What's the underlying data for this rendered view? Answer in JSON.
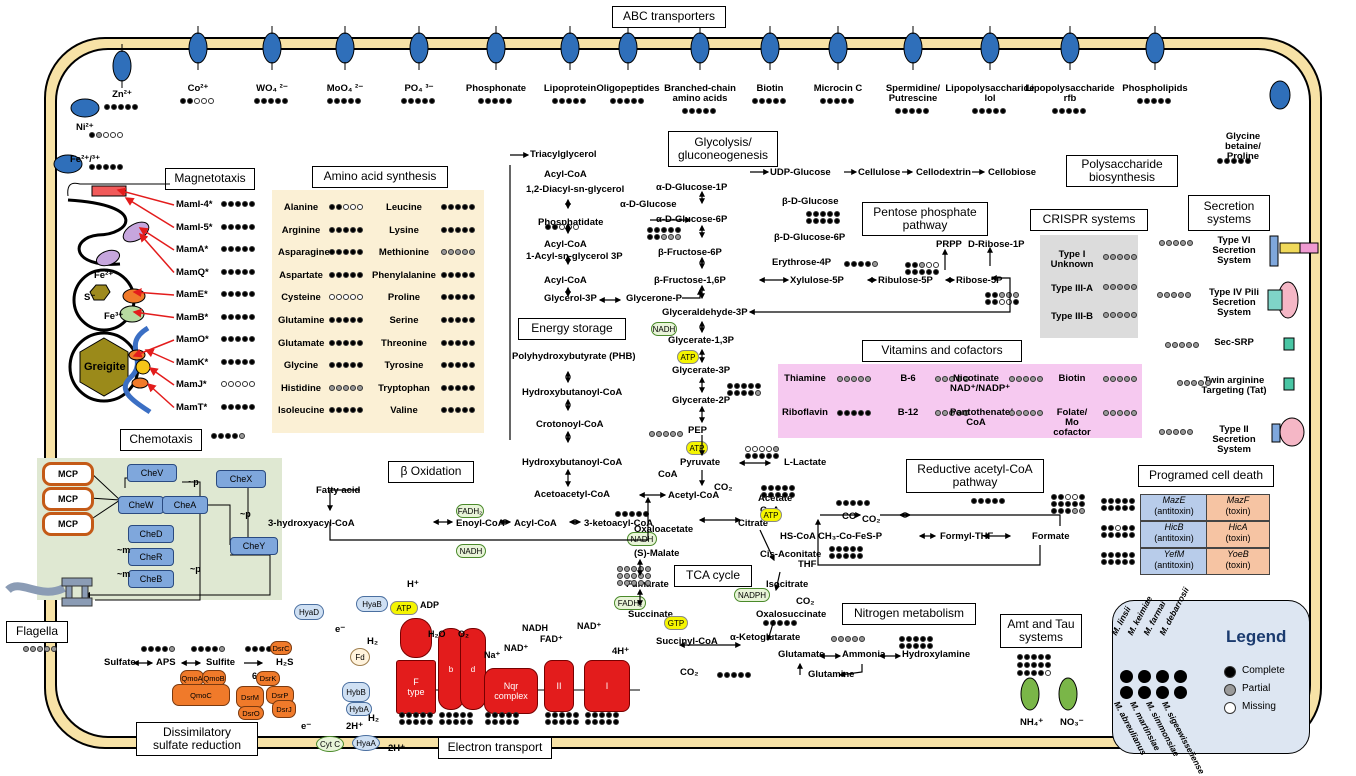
{
  "sections": {
    "abc": "ABC transporters",
    "glycolysis": "Glycolysis/\ngluconeogenesis",
    "polysac": "Polysaccharide\nbiosynthesis",
    "magnetotaxis": "Magnetotaxis",
    "aa_synthesis": "Amino acid synthesis",
    "pentose": "Pentose phosphate\npathway",
    "crispr": "CRISPR systems",
    "secretion": "Secretion\nsystems",
    "energy": "Energy storage",
    "vitamins": "Vitamins and cofactors",
    "chemotaxis": "Chemotaxis",
    "beta_ox": "β Oxidation",
    "reductive": "Reductive acetyl-CoA\npathway",
    "pcd": "Programed cell death",
    "tca": "TCA cycle",
    "nitrogen": "Nitrogen metabolism",
    "amt": "Amt and Tau\nsystems",
    "flagella": "Flagella",
    "dsr": "Dissimilatory\nsulfate reduction",
    "etrans": "Electron transport"
  },
  "transporters": [
    {
      "label": "Zn²⁺",
      "dots": "ccccc"
    },
    {
      "label": "Co²⁺",
      "dots": "ccmmm"
    },
    {
      "label": "WO₄ ²⁻",
      "dots": "ccccc"
    },
    {
      "label": "MoO₄ ²⁻",
      "dots": "ccccc"
    },
    {
      "label": "PO₄ ³⁻",
      "dots": "ccccc"
    },
    {
      "label": "Phosphonate",
      "dots": "ccccc"
    },
    {
      "label": "Lipoprotein",
      "dots": "ccccc"
    },
    {
      "label": "Oligopeptides",
      "dots": "ccccc"
    },
    {
      "label": "Branched-chain\namino acids",
      "dots": "ccccc"
    },
    {
      "label": "Biotin",
      "dots": "ccccc"
    },
    {
      "label": "Microcin C",
      "dots": "ccccc"
    },
    {
      "label": "Spermidine/\nPutrescine",
      "dots": "ccccc"
    },
    {
      "label": "Lipopolysaccharide\nlol",
      "dots": "ccccc"
    },
    {
      "label": "Lipopolysaccharide\nrfb",
      "dots": "ccccc"
    },
    {
      "label": "Phospholipids",
      "dots": "ccccc"
    }
  ],
  "side_ions": [
    {
      "label": "Ni²⁺",
      "dots": "cpmmm"
    },
    {
      "label": "Fe²⁺/³⁺",
      "dots": "ccccc"
    }
  ],
  "glycine_betaine": {
    "label": "Glycine betaine/\nProline",
    "dots": "ccccc"
  },
  "magnetotaxis_genes": [
    {
      "label": "MamI-4*",
      "dots": "ccccc"
    },
    {
      "label": "MamI-5*",
      "dots": "ccccc"
    },
    {
      "label": "MamA*",
      "dots": "ccccc"
    },
    {
      "label": "MamQ*",
      "dots": "ccccc"
    },
    {
      "label": "MamE*",
      "dots": "ccccc"
    },
    {
      "label": "MamB*",
      "dots": "ccccc"
    },
    {
      "label": "MamO*",
      "dots": "ccccc"
    },
    {
      "label": "MamK*",
      "dots": "ccccc"
    },
    {
      "label": "MamJ*",
      "dots": "mmmmm"
    },
    {
      "label": "MamT*",
      "dots": "ccccc"
    }
  ],
  "magnetosome": {
    "fe2": "Fe²⁺",
    "s": "S⁻",
    "fe3": "Fe³⁺",
    "greigite": "Greigite"
  },
  "amino_acids_left": [
    {
      "label": "Alanine",
      "dots": "ccmmm"
    },
    {
      "label": "Arginine",
      "dots": "ccccc"
    },
    {
      "label": "Asparagine",
      "dots": "ccccc"
    },
    {
      "label": "Aspartate",
      "dots": "ccccc"
    },
    {
      "label": "Cysteine",
      "dots": "mmmmm"
    },
    {
      "label": "Glutamine",
      "dots": "ccccc"
    },
    {
      "label": "Glutamate",
      "dots": "ccccc"
    },
    {
      "label": "Glycine",
      "dots": "ccccc"
    },
    {
      "label": "Histidine",
      "dots": "ppppp"
    },
    {
      "label": "Isoleucine",
      "dots": "ccccc"
    }
  ],
  "amino_acids_right": [
    {
      "label": "Leucine",
      "dots": "ccccc"
    },
    {
      "label": "Lysine",
      "dots": "ccccc"
    },
    {
      "label": "Methionine",
      "dots": "ppppp"
    },
    {
      "label": "Phenylalanine",
      "dots": "ccccc"
    },
    {
      "label": "Proline",
      "dots": "ccccc"
    },
    {
      "label": "Serine",
      "dots": "ccccc"
    },
    {
      "label": "Threonine",
      "dots": "ccccc"
    },
    {
      "label": "Tyrosine",
      "dots": "ccccc"
    },
    {
      "label": "Tryptophan",
      "dots": "ccccc"
    },
    {
      "label": "Valine",
      "dots": "ccccc"
    }
  ],
  "crispr_types": [
    {
      "label": "Type I\nUnknown",
      "dots": "ppppp"
    },
    {
      "label": "Type III-A",
      "dots": "ppppp"
    },
    {
      "label": "Type III-B",
      "dots": "ppppp"
    }
  ],
  "secretion_types": [
    {
      "label": "Type VI\nSecretion System",
      "dots": "ppppp"
    },
    {
      "label": "Type IV Pili\nSecretion System",
      "dots": "ppppp"
    },
    {
      "label": "Sec-SRP",
      "dots": "ppppp"
    },
    {
      "label": "Twin arginine\nTargeting (Tat)",
      "dots": "ppppp"
    },
    {
      "label": "Type II\nSecretion System",
      "dots": "ppppp"
    }
  ],
  "vitamins": [
    {
      "label": "Thiamine",
      "dots": "ppppp"
    },
    {
      "label": "B-6",
      "dots": "ppppp"
    },
    {
      "label": "Nicotinate\nNAD⁺/NADP⁺",
      "dots": "ppppp"
    },
    {
      "label": "Biotin",
      "dots": "ppppp"
    },
    {
      "label": "Riboflavin",
      "dots": "ccccc"
    },
    {
      "label": "B-12",
      "dots": "ppppp"
    },
    {
      "label": "Pantothenate/\nCoA",
      "dots": "ppppp"
    },
    {
      "label": "Folate/\nMo cofactor",
      "dots": "ppppp"
    }
  ],
  "pcd": [
    {
      "a": "MazE",
      "a2": "(antitoxin)",
      "b": "MazF",
      "b2": "(toxin)",
      "dots": "ccccc"
    },
    {
      "a": "HicB",
      "a2": "(antitoxin)",
      "b": "HicA",
      "b2": "(toxin)",
      "dots": "ccmcc"
    },
    {
      "a": "YefM",
      "a2": "(antitoxin)",
      "b": "YoeB",
      "b2": "(toxin)",
      "dots": "ccccc"
    }
  ],
  "chemotaxis": {
    "mcp": "MCP",
    "chev": "CheV",
    "chew": "CheW",
    "chea": "CheA",
    "chex": "CheX",
    "ched": "CheD",
    "cher": "CheR",
    "cheb": "CheB",
    "chey": "CheY",
    "p": "~p",
    "m": "~m"
  },
  "metabolites": {
    "triacylglycerol": "Triacylglycerol",
    "acylcoa": "Acyl-CoA",
    "diacyl": "1,2-Diacyl-sn-glycerol",
    "phosphatidate": "Phosphatidate",
    "acyl_g3p": "1-Acyl-sn-glycerol 3P",
    "glycerol3p": "Glycerol-3P",
    "glyceroneP": "Glycerone-P",
    "aDglucose": "α-D-Glucose",
    "aDglucose1p": "α-D-Glucose-1P",
    "aDglucose6p": "α-D-Glucose-6P",
    "bDglucose": "β-D-Glucose",
    "bDglucose6p": "β-D-Glucose-6P",
    "bfructose6p": "β-Fructose-6P",
    "bfructose16p": "β-Fructose-1,6P",
    "erythrose": "Erythrose-4P",
    "xylulose": "Xylulose-5P",
    "ribulose": "Ribulose-5P",
    "ribose5p": "Ribose-5P",
    "prpp": "PRPP",
    "dribose": "D-Ribose-1P",
    "g3p": "Glyceraldehyde-3P",
    "g13p": "Glycerate-1,3P",
    "g3": "Glycerate-3P",
    "g2": "Glycerate-2P",
    "pep": "PEP",
    "pyruvate": "Pyruvate",
    "lactate": "L-Lactate",
    "udp": "UDP-Glucose",
    "cellulose": "Cellulose",
    "cellodextrin": "Cellodextrin",
    "cellobiose": "Cellobiose",
    "phb": "Polyhydroxybutyrate (PHB)",
    "hbcoa": "Hydroxybutanoyl-CoA",
    "crot": "Crotonoyl-CoA",
    "aacoa": "Acetoacetyl-CoA",
    "fatty": "Fatty acid",
    "hacyl": "3-hydroxyacyl-CoA",
    "enoyl": "Enoyl-CoA",
    "acyl2": "Acyl-CoA",
    "ketoacyl": "3-ketoacyl-CoA",
    "acetylcoa": "Acetyl-CoA",
    "acetate": "Acetate",
    "coa": "CoA",
    "co2": "CO₂",
    "co": "CO",
    "hscoa": "HS-CoA",
    "ch3": "CH₃-Co-FeS-P",
    "formylthf": "Formyl-THF",
    "thf": "THF",
    "formate": "Formate",
    "citrate": "Citrate",
    "oxaloacetate": "Oxaloacetate",
    "malate": "(S)-Malate",
    "fumarate": "Fumarate",
    "succinate": "Succinate",
    "succoa": "Succinyl-CoA",
    "cisacon": "Cis-Aconitate",
    "isocitrate": "Isocitrate",
    "oxalosucc": "Oxalosuccinate",
    "akg": "α-Ketoglutarate",
    "glutamate": "Glutamate",
    "ammonia": "Ammonia",
    "hydroxylamine": "Hydroxylamine",
    "glutamine": "Glutamine",
    "sulfate": "Sulfate",
    "aps": "APS",
    "sulfite": "Sulfite",
    "h2s": "H₂S",
    "nh4": "NH₄⁺",
    "no3": "NO₃⁻"
  },
  "cofactors": {
    "atp": "ATP",
    "nadh": "NADH",
    "fadh2": "FADH₂",
    "nadph": "NADPH",
    "gtp": "GTP",
    "adp": "ADP"
  },
  "etc": {
    "hyad": "HyaD",
    "hyab": "HyaB",
    "fd": "Fd",
    "h2": "H₂",
    "hplus": "H⁺",
    "ftype": "F\ntype",
    "b": "b",
    "d": "d",
    "h2o": "H₂O",
    "o2": "O₂",
    "nqr": "Nqr\ncomplex",
    "na": "Na⁺",
    "nadplus": "NAD⁺",
    "fadplus": "FAD⁺",
    "ii": "II",
    "i": "I",
    "fourh": "4H⁺",
    "hybb": "HybB",
    "hyba": "HybA",
    "cytc": "Cyt C",
    "twoh": "2H⁺",
    "hyaa": "HyaA",
    "eminus": "e⁻",
    "qmoa": "QmoA",
    "qmob": "QmoB",
    "qmoc": "QmoC",
    "dsrk": "DsrK",
    "dsrm": "DsrM",
    "dsrp": "DsrP",
    "dsro": "DsrO",
    "dsrj": "DsrJ",
    "dsrc": "DsrC",
    "twoe": "2 e⁻",
    "sixe": "6 e⁻"
  },
  "legend": {
    "title": "Legend",
    "complete": "Complete",
    "partial": "Partial",
    "missing": "Missing",
    "species": [
      "M. linsii",
      "M. keimiae",
      "M. farmai",
      "M. debarrosii",
      "M. abreulianus",
      "M. martinsiae",
      "M. simmonsiae",
      "M. sigeewisseiiense"
    ]
  },
  "colors": {
    "membrane": "#f7e2a6",
    "transporter": "#2f6fba",
    "aa_panel": "#fbf0d5",
    "vit_panel": "#f6c9f0",
    "crispr_panel": "#dcdcdc",
    "chem_panel": "#dfe8d2",
    "cheprotein": "#7fa7dc",
    "red": "#e31c1c",
    "orange": "#f07a2a",
    "green": "#7ab648",
    "legend_bg": "#dde6f2",
    "pcd_anti": "#b8ccea",
    "pcd_toxin": "#f6c4a3"
  }
}
